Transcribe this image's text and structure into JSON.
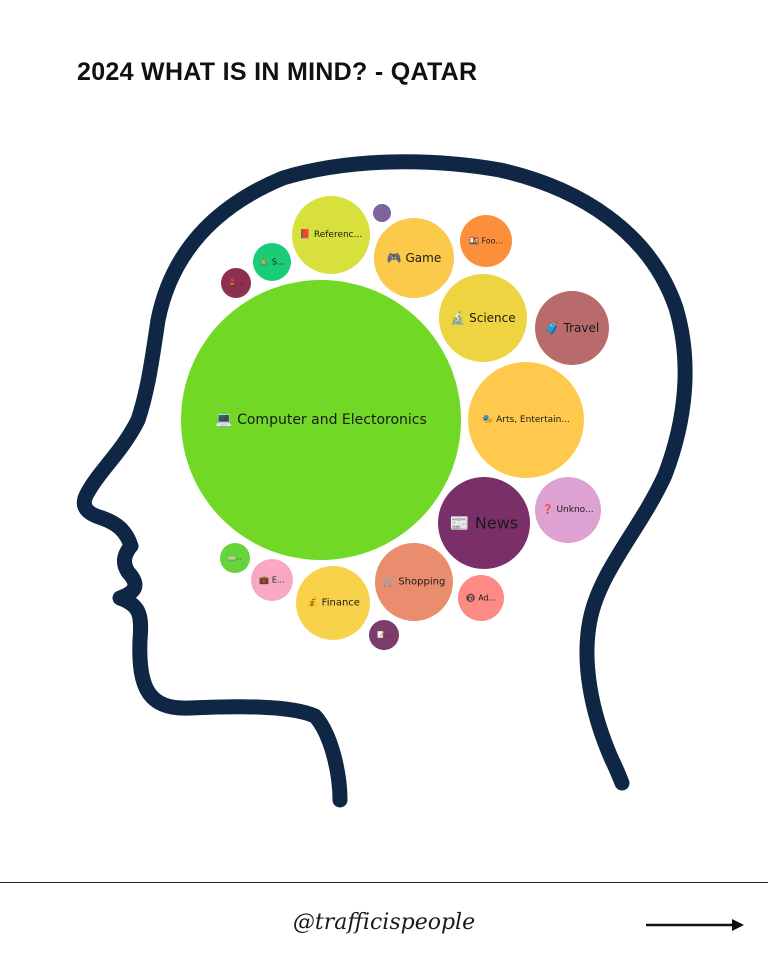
{
  "header": {
    "title": "2024 WHAT IS IN MIND? - QATAR"
  },
  "footer": {
    "handle": "@trafficispeople"
  },
  "colors": {
    "outline": "#0f2744",
    "text": "#111111"
  },
  "bubbles": [
    {
      "label": "💻 Computer and Electoronics",
      "color": "#72d826",
      "text_color": "#1a1a1a"
    },
    {
      "label": "📰 News",
      "color": "#7b2f68",
      "text_color": "#ffffff"
    },
    {
      "label": "🎭 Arts, Entertain...",
      "color": "#ffc94d",
      "text_color": "#1a1a1a"
    },
    {
      "label": "🔬 Science",
      "color": "#eed440",
      "text_color": "#1a1a1a"
    },
    {
      "label": "🧳 Travel",
      "color": "#b96a6a",
      "text_color": "#1a1a1a"
    },
    {
      "label": "🎮 Game",
      "color": "#fcca4a",
      "text_color": "#1a1a1a"
    },
    {
      "label": "📕 Referenc...",
      "color": "#d8e13c",
      "text_color": "#1a1a1a"
    },
    {
      "label": "🛒 Shopping",
      "color": "#ea8d6f",
      "text_color": "#1a1a1a"
    },
    {
      "label": "💰 Finance",
      "color": "#f8d24a",
      "text_color": "#1a1a1a"
    },
    {
      "label": "❓ Unkno...",
      "color": "#dea2d2",
      "text_color": "#1a1a1a"
    },
    {
      "label": "🍱 Foo...",
      "color": "#fc8f3c",
      "text_color": "#1a1a1a"
    },
    {
      "label": "🔞 Ad...",
      "color": "#fd8a84",
      "text_color": "#1a1a1a"
    },
    {
      "label": "💼 E...",
      "color": "#f9a8c3",
      "text_color": "#1a1a1a"
    },
    {
      "label": "🚴 S...",
      "color": "#1acb78",
      "text_color": "#1a1a1a"
    },
    {
      "label": "💄...",
      "color": "#8d2f4e",
      "text_color": "#1a1a1a"
    },
    {
      "label": "📝...",
      "color": "#7c3d6d",
      "text_color": "#1a1a1a"
    },
    {
      "label": "🚃...",
      "color": "#66d33b",
      "text_color": "#1a1a1a"
    },
    {
      "label": "",
      "color": "#7d63a0",
      "text_color": "#1a1a1a"
    }
  ]
}
